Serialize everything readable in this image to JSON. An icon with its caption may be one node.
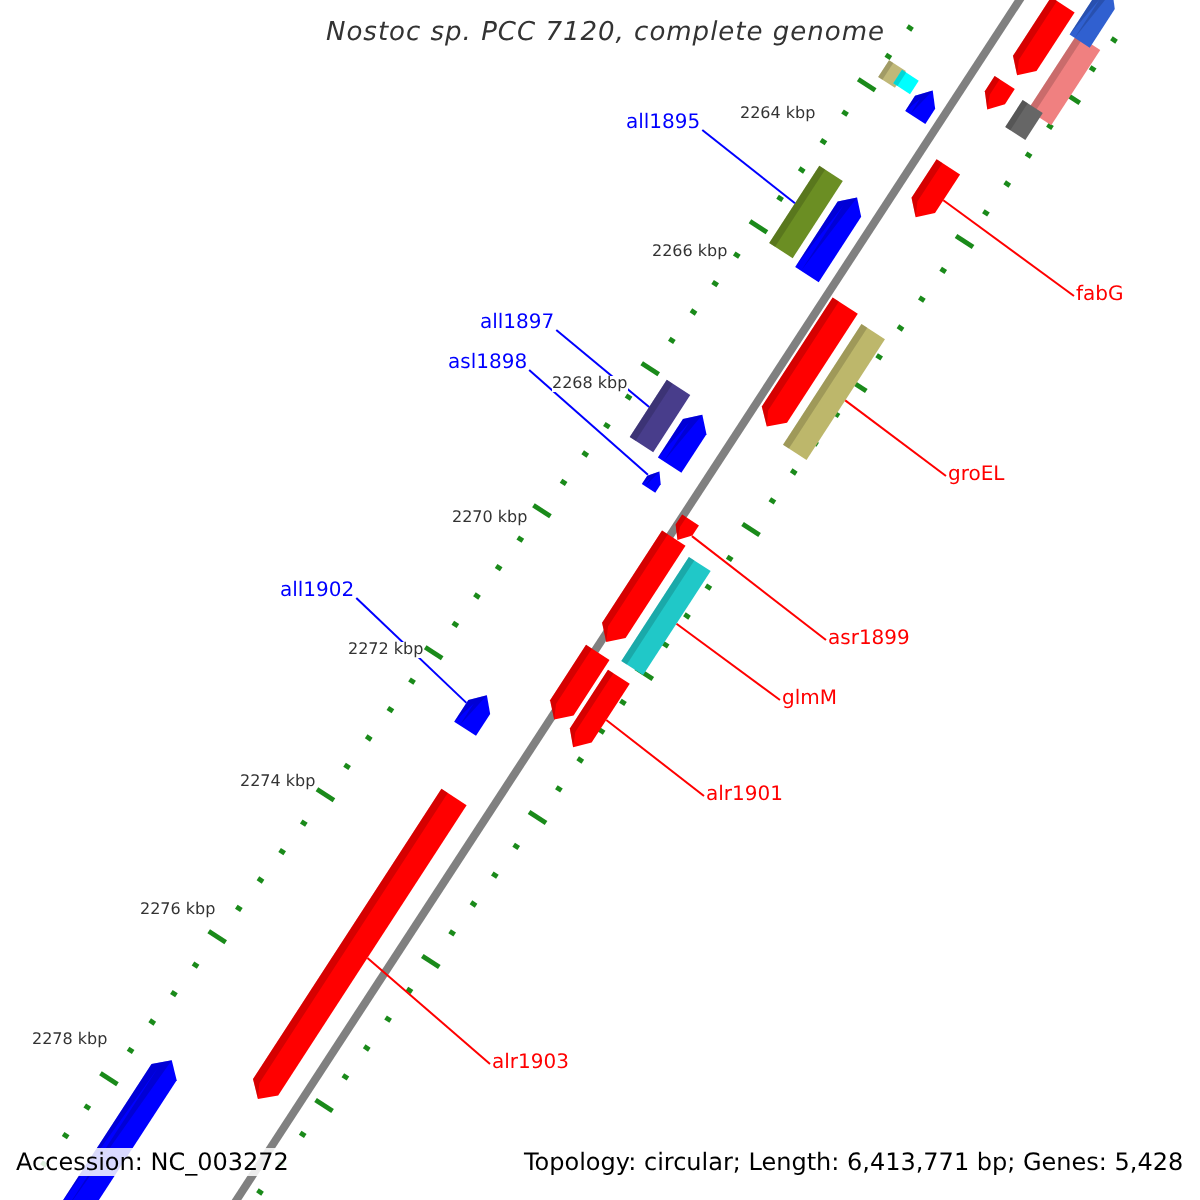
{
  "diagram": {
    "title": "Nostoc sp. PCC 7120, complete genome",
    "nodes": [
      {
        "text": [
          "all1895"
        ]
      },
      {
        "text": [],
        "shape": "box"
      },
      {
        "text": [
          "fabG"
        ]
      },
      {
        "text": [],
        "shape": "pentagon"
      },
      {
        "text": [
          "all1897"
        ]
      },
      {
        "text": [],
        "shape": "box"
      },
      {
        "text": [
          "asl1898"
        ]
      },
      {
        "text": [],
        "shape": "pentagon"
      },
      {
        "text": [
          "groEL"
        ]
      },
      {
        "text": [],
        "shape": "box"
      },
      {
        "text": [
          "asr1899"
        ]
      },
      {
        "text": [],
        "shape": "pentagon"
      },
      {
        "text": [
          "all1902"
        ]
      },
      {
        "text": [],
        "shape": "pentagon"
      },
      {
        "text": [
          "glmM"
        ]
      },
      {
        "text": [],
        "shape": "box"
      },
      {
        "text": [
          "alr1901"
        ]
      },
      {
        "text": [],
        "shape": "pentagon"
      },
      {
        "text": [
          "alr1903"
        ]
      },
      {
        "text": [],
        "shape": "pentagon"
      },
      {
        "text": [],
        "shape": "pentagon"
      },
      {
        "text": [],
        "shape": "box"
      },
      {
        "text": [],
        "shape": "pentagon"
      },
      {
        "text": [],
        "shape": "pentagon"
      },
      {
        "text": [],
        "shape": "box"
      },
      {
        "text": [],
        "shape": "box"
      },
      {
        "text": [],
        "shape": "box"
      },
      {
        "text": [],
        "shape": "pentagon"
      },
      {
        "text": [],
        "shape": "pentagon"
      },
      {
        "text": [],
        "shape": "pentagon"
      },
      {
        "text": [],
        "shape": "pentagon"
      },
      {
        "text": [],
        "shape": "pentagon"
      },
      {
        "text": [],
        "shape": "pentagon"
      },
      {
        "text": [],
        "shape": "pentagon"
      }
    ],
    "edges": [
      {
        "from": 0,
        "to": 1,
        "arrow": "none",
        "color": "#0000ff"
      },
      {
        "from": 2,
        "to": 3,
        "arrow": "none"
      },
      {
        "from": 4,
        "to": 5,
        "arrow": "none",
        "color": "#0000ff"
      },
      {
        "from": 6,
        "to": 7,
        "arrow": "none",
        "color": "#0000ff"
      },
      {
        "from": 8,
        "to": 9,
        "arrow": "none"
      },
      {
        "from": 10,
        "to": 11,
        "arrow": "none"
      },
      {
        "from": 12,
        "to": 13,
        "arrow": "none",
        "color": "#0000ff"
      },
      {
        "from": 14,
        "to": 15,
        "arrow": "none"
      },
      {
        "from": 16,
        "to": 17,
        "arrow": "none"
      },
      {
        "from": 18,
        "to": 19,
        "arrow": "none"
      }
    ],
    "labels": [
      "2264 kbp",
      "2266 kbp",
      "2268 kbp",
      "2270 kbp",
      "2272 kbp",
      "2274 kbp",
      "2276 kbp",
      "2278 kbp",
      "Accession: NC_003272",
      "Topology: circular; Length: 6,413,771 bp; Genes: 5,428"
    ]
  }
}
